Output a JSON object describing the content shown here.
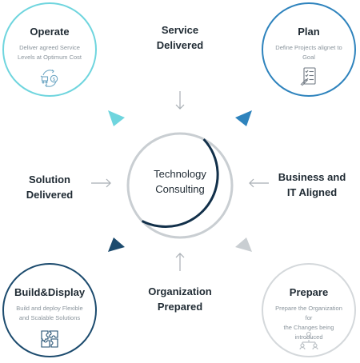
{
  "center": {
    "title_line1": "Technology",
    "title_line2": "Consulting"
  },
  "stages": {
    "top": {
      "line1": "Service",
      "line2": "Delivered"
    },
    "left": {
      "line1": "Solution",
      "line2": "Delivered"
    },
    "right": {
      "line1": "Business and",
      "line2": "IT Aligned"
    },
    "bottom": {
      "line1": "Organization",
      "line2": "Prepared"
    }
  },
  "corners": {
    "operate": {
      "title": "Operate",
      "desc_line1": "Deliver agreed Service",
      "desc_line2": "Levels at Optimum Cost",
      "icon": "cart-dollar-cycle-icon",
      "color": "#6fd5de"
    },
    "plan": {
      "title": "Plan",
      "desc_line1": "Define Projects alignet to",
      "desc_line2": "Goal",
      "icon": "checklist-pen-icon",
      "color": "#2e83bd"
    },
    "build": {
      "title": "Build&Display",
      "desc_line1": "Build and deploy Flexible",
      "desc_line2": "and Scalable Solutions",
      "icon": "puzzle-icon",
      "color": "#1c4b6e"
    },
    "prepare": {
      "title": "Prepare",
      "desc_line1": "Prepare the Organization for",
      "desc_line2": "the Changes being introduced",
      "icon": "org-chart-icon",
      "color": "#d4d8db"
    }
  },
  "colors": {
    "ring_dark": "#12304a",
    "ring_light": "#c9ced2",
    "arrow_gray": "#a8aeb3",
    "tri_top_left": "#6fd5de",
    "tri_top_right": "#2e83bd",
    "tri_bottom_left": "#1c4b6e",
    "tri_bottom_right": "#c9ced2"
  }
}
